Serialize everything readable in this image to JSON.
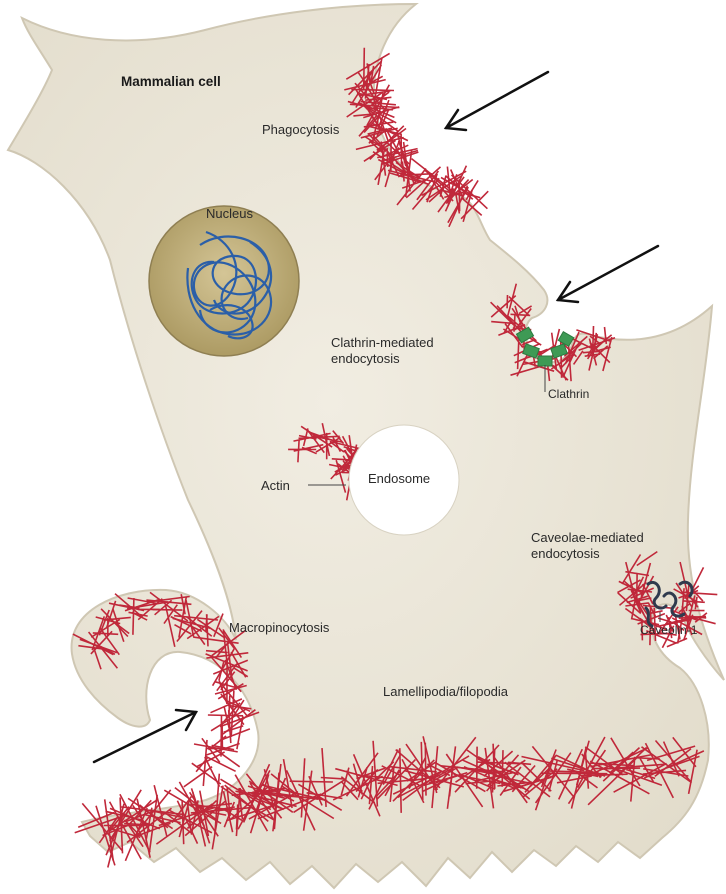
{
  "diagram": {
    "title": "Mammalian cell",
    "labels": {
      "phagocytosis": "Phagocytosis",
      "nucleus": "Nucleus",
      "clathrin_mediated_1": "Clathrin-mediated",
      "clathrin_mediated_2": "endocytosis",
      "clathrin": "Clathrin",
      "actin": "Actin",
      "endosome": "Endosome",
      "caveolae_1": "Caveolae-mediated",
      "caveolae_2": "endocytosis",
      "caveolin": "Caveolin-1",
      "macropinocytosis": "Macropinocytosis",
      "lamellipodia": "Lamellipodia/filopodia"
    }
  },
  "colors": {
    "cytoplasm": "#ebe6d8",
    "cell_outline": "#cfc7b3",
    "actin": "#c0283a",
    "nucleus_fill": "#b6a57a",
    "chromatin": "#2b5fa8",
    "clathrin": "#3e9a55",
    "caveolin": "#2f3a4d",
    "arrow": "#111111"
  }
}
